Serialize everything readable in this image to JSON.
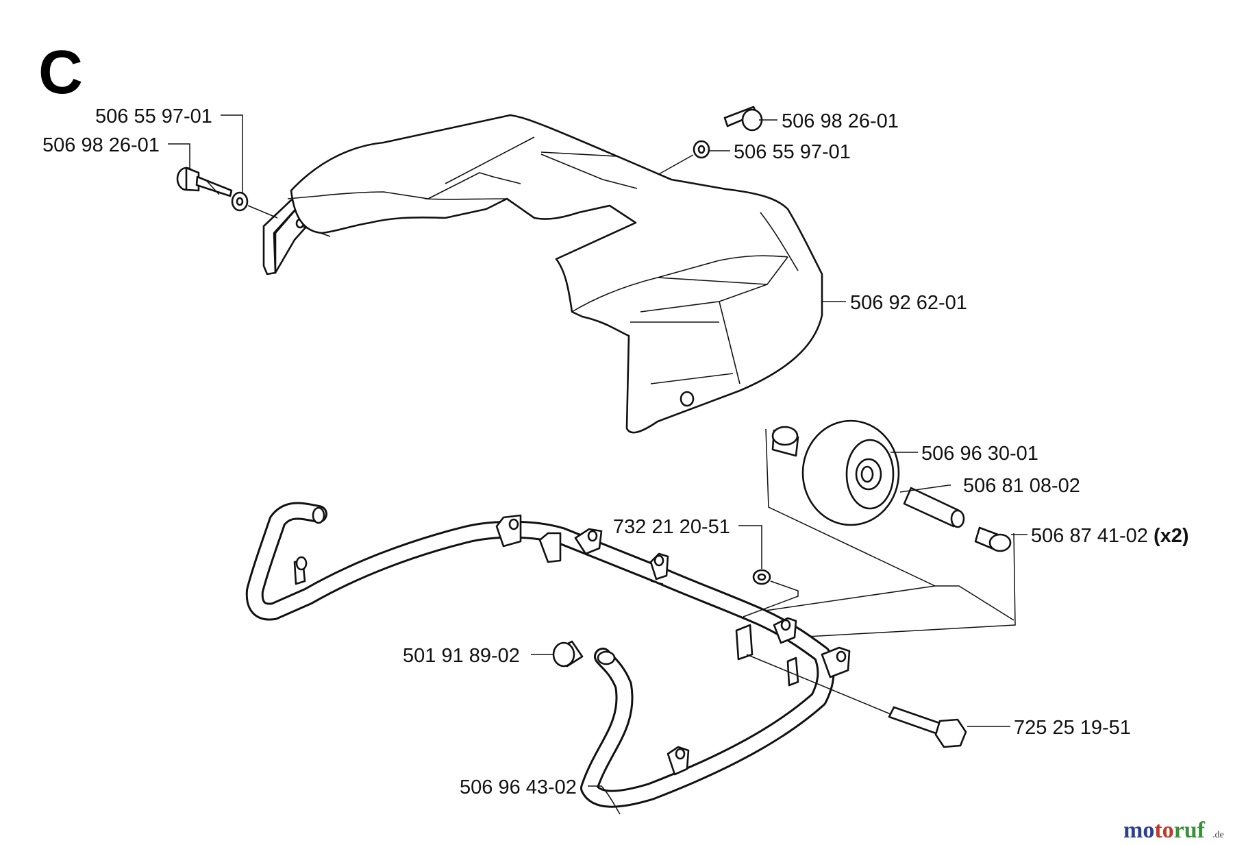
{
  "section_letter": "C",
  "labels": {
    "washer_left": "506 55 97-01",
    "screw_left": "506 98 26-01",
    "screw_right": "506 98 26-01",
    "washer_right": "506 55 97-01",
    "cover": "506 92 62-01",
    "wheel": "506 96 30-01",
    "axle": "506 81 08-02",
    "spacer": "506 87 41-02",
    "spacer_qty": "(x2)",
    "nut": "732 21 20-51",
    "bushing": "501 91 89-02",
    "bolt": "725 25 19-51",
    "frame": "506 96 43-02"
  },
  "watermark": {
    "mo": "mo",
    "to": "to",
    "ruf": "ruf",
    "tld": ".de"
  },
  "colors": {
    "line": "#111111",
    "logo_blue": "#2a3f8f",
    "logo_red": "#c0392b",
    "logo_green": "#3a8f3a"
  }
}
